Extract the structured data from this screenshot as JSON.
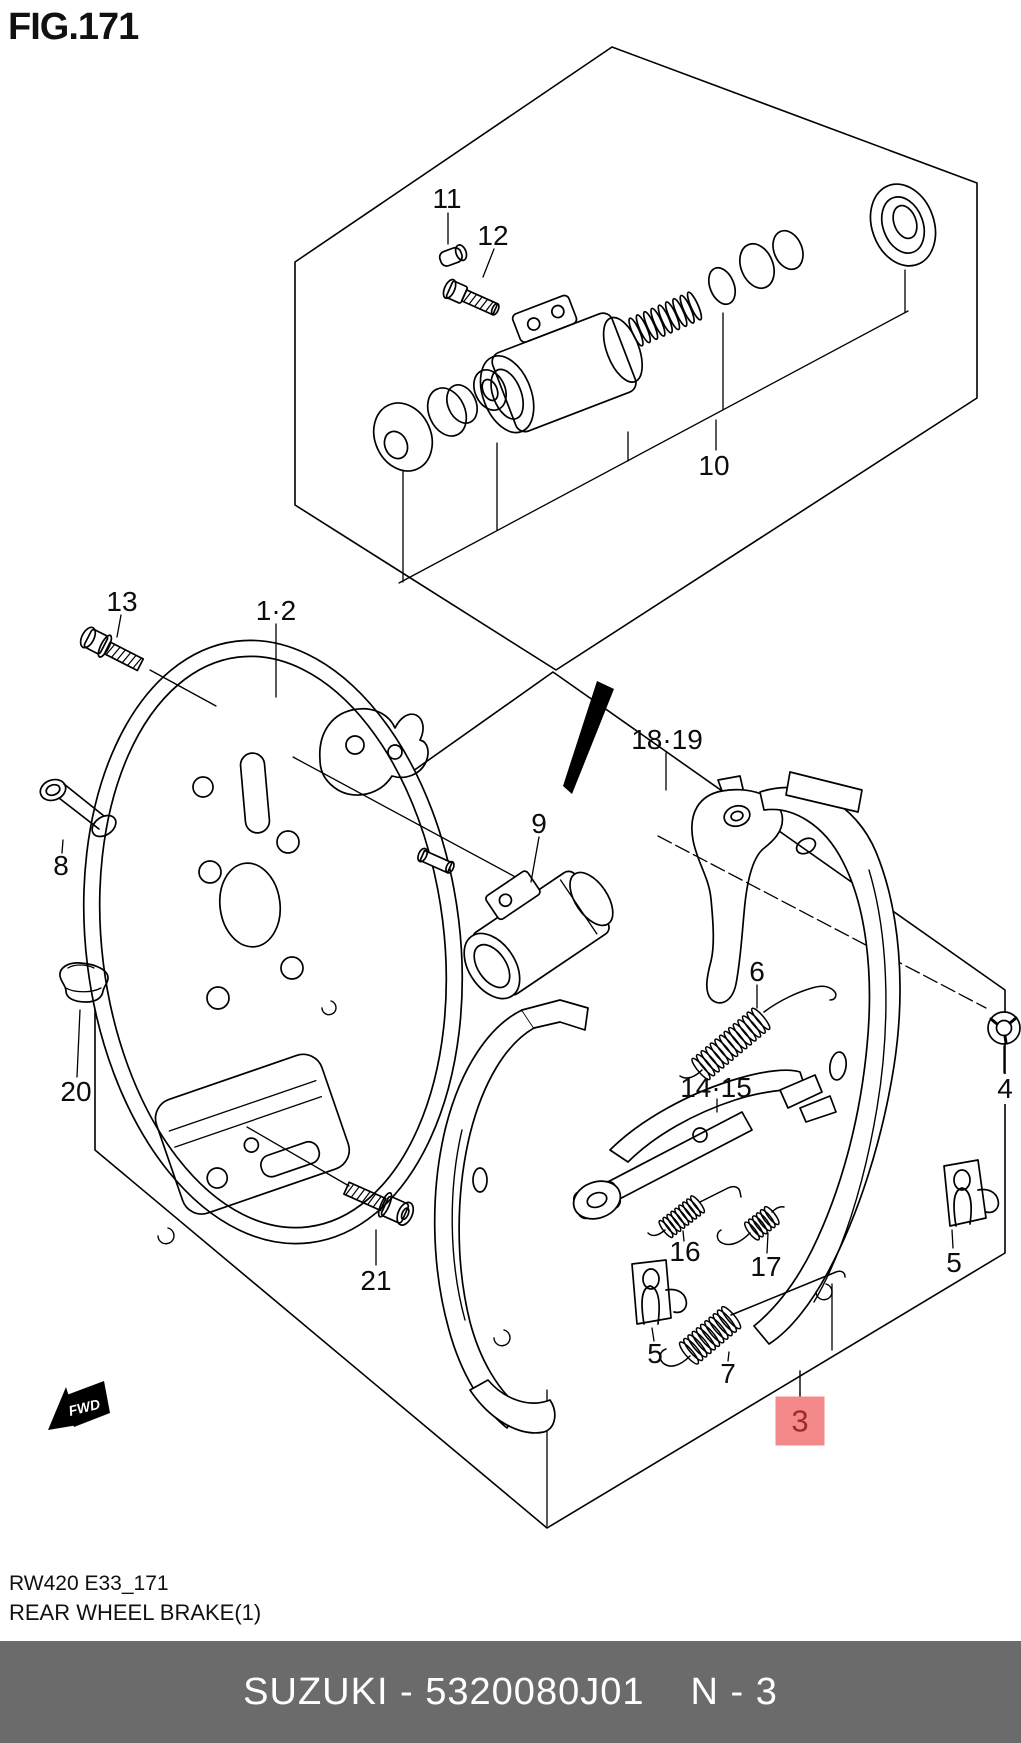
{
  "figure": {
    "title": "FIG.171"
  },
  "diagram": {
    "line_color": "#000000",
    "highlight_color": "#f4898b",
    "highlight_text_color": "#9e2a2a",
    "labels": [
      {
        "id": "1-2",
        "text": "1·2"
      },
      {
        "id": "3",
        "text": "3",
        "highlighted": true
      },
      {
        "id": "4",
        "text": "4"
      },
      {
        "id": "5-left",
        "text": "5"
      },
      {
        "id": "5-right",
        "text": "5"
      },
      {
        "id": "6",
        "text": "6"
      },
      {
        "id": "7",
        "text": "7"
      },
      {
        "id": "8",
        "text": "8"
      },
      {
        "id": "9",
        "text": "9"
      },
      {
        "id": "10",
        "text": "10"
      },
      {
        "id": "11",
        "text": "11"
      },
      {
        "id": "12",
        "text": "12"
      },
      {
        "id": "13",
        "text": "13"
      },
      {
        "id": "14-15",
        "text": "14·15"
      },
      {
        "id": "16",
        "text": "16"
      },
      {
        "id": "17",
        "text": "17"
      },
      {
        "id": "18-19",
        "text": "18·19"
      },
      {
        "id": "20",
        "text": "20"
      },
      {
        "id": "21",
        "text": "21"
      }
    ]
  },
  "fwd_badge": {
    "label": "FWD"
  },
  "footer": {
    "code": "RW420 E33_171",
    "caption": "REAR WHEEL BRAKE(1)"
  },
  "title_bar": {
    "left": "SUZUKI - 5320080J01",
    "right": "N - 3",
    "background": "#6b6b6b",
    "text_color": "#ffffff"
  }
}
